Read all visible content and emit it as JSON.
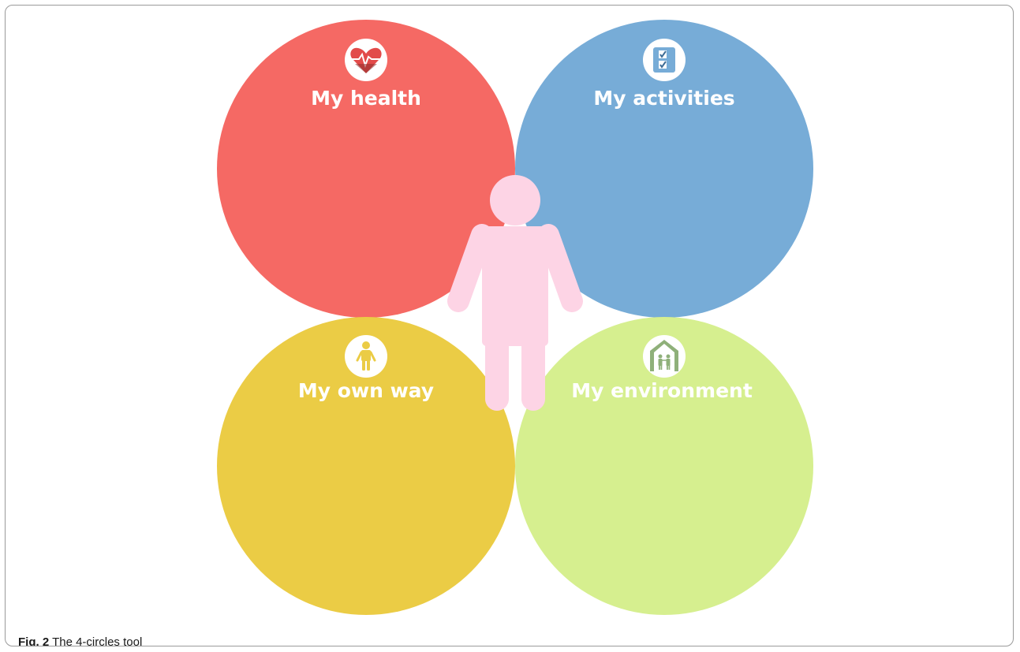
{
  "figure": {
    "caption_label": "Fig. 2",
    "caption_text": "The 4-circles tool",
    "circles": [
      {
        "id": "health",
        "title": "My health",
        "color": "#f56964",
        "icon": "heart-pulse-icon"
      },
      {
        "id": "activities",
        "title": "My activities",
        "color": "#77acd7",
        "icon": "checklist-icon"
      },
      {
        "id": "own-way",
        "title": "My own way",
        "color": "#ebcc45",
        "icon": "person-icon"
      },
      {
        "id": "environment",
        "title": "My environment",
        "color": "#d6ef8f",
        "icon": "home-family-icon"
      }
    ],
    "person_color": "#fdd4e5",
    "background": "#ffffff"
  }
}
